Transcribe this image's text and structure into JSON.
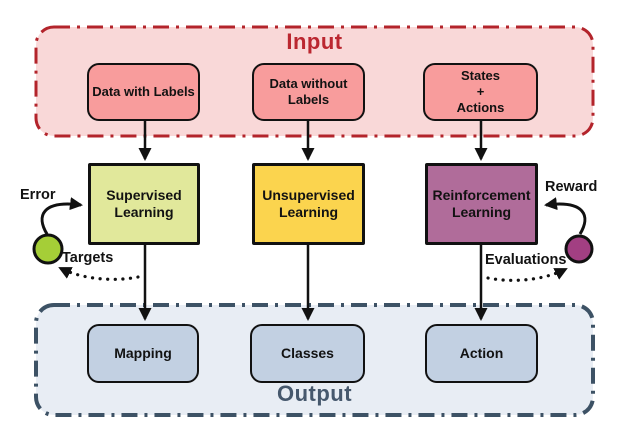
{
  "sections": {
    "input": {
      "title": "Input",
      "fill": "#f9d8d8",
      "border_color": "#b3242b",
      "title_color": "#bb2730"
    },
    "output": {
      "title": "Output",
      "fill": "#e8edf4",
      "border_color": "#3d5265",
      "title_color": "#46586d"
    }
  },
  "columns": [
    {
      "input_label": "Data with Labels",
      "process_label": "Supervised\nLearning",
      "output_label": "Mapping",
      "input_fill": "#f89c9c",
      "process_fill": "#e1e89b",
      "output_fill": "#c2d0e2"
    },
    {
      "input_label": "Data without\nLabels",
      "process_label": "Unsupervised\nLearning",
      "output_label": "Classes",
      "input_fill": "#f89c9c",
      "process_fill": "#fbd44e",
      "output_fill": "#c2d0e2"
    },
    {
      "input_label": "States\n+\nActions",
      "process_label": "Reinforcement\nLearning",
      "output_label": "Action",
      "input_fill": "#f89c9c",
      "process_fill": "#b06c9a",
      "output_fill": "#c2d0e2"
    }
  ],
  "feedback": {
    "error_label": "Error",
    "targets_label": "Targets",
    "reward_label": "Reward",
    "evaluations_label": "Evaluations",
    "error_node_color": "#a5ce37",
    "reward_node_color": "#a23f82",
    "line_color": "#111111"
  }
}
